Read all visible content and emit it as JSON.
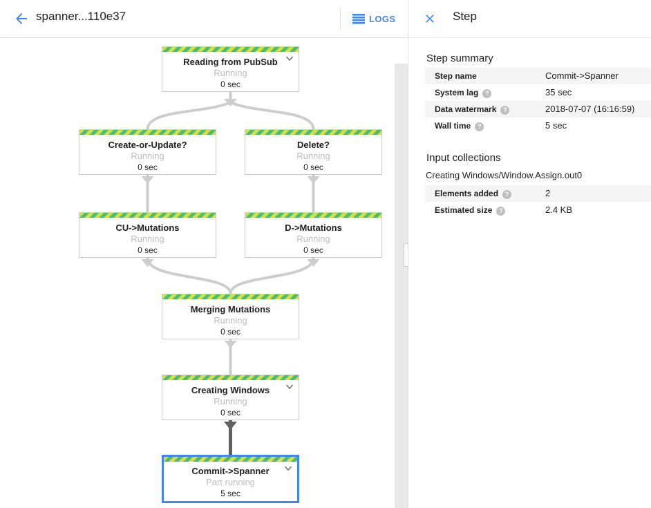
{
  "header": {
    "back_icon": "arrow-back-icon",
    "title": "spanner...110e37",
    "logs_icon": "logs-list-icon",
    "logs_label": "LOGS"
  },
  "panel": {
    "close_icon": "close-icon",
    "title": "Step",
    "step_summary": {
      "heading": "Step summary",
      "rows": [
        {
          "label": "Step name",
          "value": "Commit->Spanner",
          "help": false
        },
        {
          "label": "System lag",
          "value": "35 sec",
          "help": true
        },
        {
          "label": "Data watermark",
          "value": "2018-07-07 (16:16:59)",
          "help": true
        },
        {
          "label": "Wall time",
          "value": "5 sec",
          "help": true
        }
      ]
    },
    "input_collections": {
      "heading": "Input collections",
      "collection_name": "Creating Windows/Window.Assign.out0",
      "rows": [
        {
          "label": "Elements added",
          "value": "2",
          "help": true
        },
        {
          "label": "Estimated size",
          "value": "2.4 KB",
          "help": true
        }
      ]
    }
  },
  "graph": {
    "nodes": [
      {
        "title": "Reading from PubSub",
        "status": "Running",
        "time": "0 sec",
        "expandable": true,
        "selected": false
      },
      {
        "title": "Create-or-Update?",
        "status": "Running",
        "time": "0 sec",
        "expandable": false,
        "selected": false
      },
      {
        "title": "Delete?",
        "status": "Running",
        "time": "0 sec",
        "expandable": false,
        "selected": false
      },
      {
        "title": "CU->Mutations",
        "status": "Running",
        "time": "0 sec",
        "expandable": false,
        "selected": false
      },
      {
        "title": "D->Mutations",
        "status": "Running",
        "time": "0 sec",
        "expandable": false,
        "selected": false
      },
      {
        "title": "Merging Mutations",
        "status": "Running",
        "time": "0 sec",
        "expandable": false,
        "selected": false
      },
      {
        "title": "Creating Windows",
        "status": "Running",
        "time": "0 sec",
        "expandable": true,
        "selected": false
      },
      {
        "title": "Commit->Spanner",
        "status": "Part running",
        "time": "5 sec",
        "expandable": true,
        "selected": true
      }
    ],
    "edges": [
      {
        "from": "Reading from PubSub",
        "to": "Create-or-Update?",
        "highlighted": false
      },
      {
        "from": "Reading from PubSub",
        "to": "Delete?",
        "highlighted": false
      },
      {
        "from": "Create-or-Update?",
        "to": "CU->Mutations",
        "highlighted": false
      },
      {
        "from": "Delete?",
        "to": "D->Mutations",
        "highlighted": false
      },
      {
        "from": "CU->Mutations",
        "to": "Merging Mutations",
        "highlighted": false
      },
      {
        "from": "D->Mutations",
        "to": "Merging Mutations",
        "highlighted": false
      },
      {
        "from": "Merging Mutations",
        "to": "Creating Windows",
        "highlighted": false
      },
      {
        "from": "Creating Windows",
        "to": "Commit->Spanner",
        "highlighted": true
      }
    ],
    "colors": {
      "stripe_light": "#cde24a",
      "stripe_dark": "#4dbd6b",
      "edge": "#cdcdcd",
      "edge_highlighted": "#616161",
      "selected_border": "#4285f4",
      "accent_blue": "#4285f4"
    }
  }
}
